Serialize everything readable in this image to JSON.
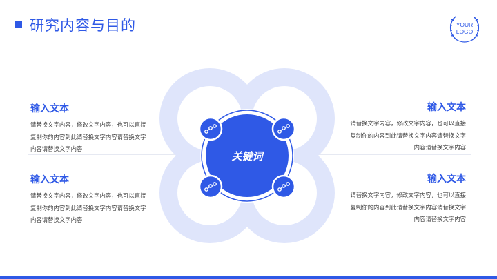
{
  "header": {
    "title": "研究内容与目的"
  },
  "logo": {
    "line1": "YOUR",
    "line2": "LOGO"
  },
  "center": {
    "keyword": "关键词"
  },
  "colors": {
    "accent": "#2f59e6",
    "petal": "#dfe5fb",
    "text": "#444444"
  },
  "icons": [
    "share-node-icon",
    "share-node-icon",
    "share-node-icon",
    "share-node-icon"
  ],
  "blocks": [
    {
      "heading": "输入文本",
      "lines": [
        "请替换文字内容，修改文字内容，也可以直接",
        "复制你的内容到此请替换文字内容请替换文字",
        "内容请替换文字内容"
      ]
    },
    {
      "heading": "输入文本",
      "lines": [
        "请替换文字内容，修改文字内容，也可以直接",
        "复制你的内容到此请替换文字内容请替换文字",
        "内容请替换文字内容"
      ]
    },
    {
      "heading": "输入文本",
      "lines": [
        "请替换文字内容，修改文字内容，也可以直接",
        "复制你的内容到此请替换文字内容请替换文字",
        "内容请替换文字内容"
      ]
    },
    {
      "heading": "输入文本",
      "lines": [
        "请替换文字内容，修改文字内容，也可以直接",
        "复制你的内容到此请替换文字内容请替换文字",
        "内容请替换文字内容"
      ]
    }
  ]
}
